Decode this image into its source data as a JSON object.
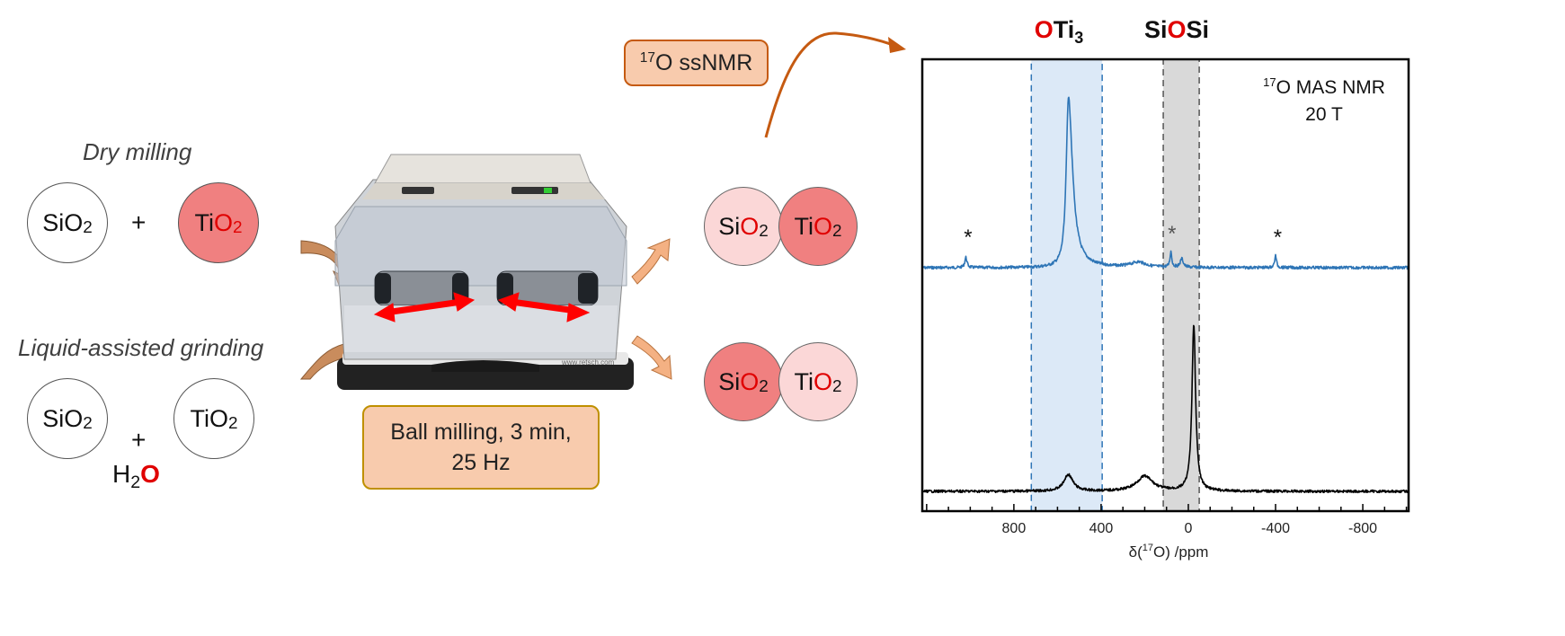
{
  "left": {
    "dry_heading": "Dry milling",
    "lag_heading": "Liquid-assisted grinding",
    "plus": "+",
    "sio2": {
      "a": "Si",
      "b": "O",
      "sub": "2"
    },
    "tio2": {
      "a": "Ti",
      "b": "O",
      "sub": "2"
    },
    "h2o": {
      "a": "H",
      "sub": "2",
      "b": "O"
    }
  },
  "mill": {
    "caption_line1": "Ball milling, 3 min,",
    "caption_line2": "25 Hz",
    "brand": "www.retsch.com"
  },
  "products": {
    "sio2": {
      "a": "Si",
      "b": "O",
      "sub": "2"
    },
    "tio2": {
      "a": "Ti",
      "b": "O",
      "sub": "2"
    }
  },
  "nmr_label": {
    "sup": "17",
    "text": "O ssNMR"
  },
  "spectrum": {
    "region_labels": {
      "oti3": {
        "o": "O",
        "ti": "Ti",
        "sub": "3"
      },
      "siosi": {
        "si1": "Si",
        "o": "O",
        "si2": "Si"
      }
    },
    "annotation": {
      "sup": "17",
      "line1": "O MAS NMR",
      "line2": "20 T"
    },
    "xlabel": {
      "pre": "δ(",
      "sup": "17",
      "post": "O) /ppm"
    },
    "ticks": [
      "800",
      "400",
      "0",
      "-400",
      "-800"
    ],
    "spinning_sideband_mark": "*",
    "colors": {
      "top_trace": "#2e75b6",
      "bottom_trace": "#000000",
      "oti3_region": "#dce9f7",
      "siosi_region": "#d9d9d9",
      "oti3_text": "#e00000"
    }
  },
  "chart_data": {
    "type": "line",
    "title": "",
    "xlabel": "δ(17O) /ppm",
    "ylabel": "",
    "xlim": [
      1220,
      -1010
    ],
    "x_reversed": true,
    "x_ticks": [
      800,
      400,
      0,
      -400,
      -800
    ],
    "regions": [
      {
        "label": "OTi3",
        "from": 720,
        "to": 395
      },
      {
        "label": "SiOSi",
        "from": 115,
        "to": -50
      }
    ],
    "series": [
      {
        "trace": "top",
        "peaks": [
          {
            "x": 550,
            "height": 1.0,
            "width": 12,
            "tail": true
          },
          {
            "x": 1020,
            "height": 0.06,
            "width": 6
          },
          {
            "x": 80,
            "height": 0.09,
            "width": 5
          },
          {
            "x": 30,
            "height": 0.05,
            "width": 8
          },
          {
            "x": -400,
            "height": 0.07,
            "width": 5
          },
          {
            "x": 230,
            "height": 0.03,
            "width": 40
          }
        ],
        "sideband_marks": [
          1010,
          75,
          -410
        ]
      },
      {
        "trace": "bottom",
        "peaks": [
          {
            "x": -25,
            "height": 1.0,
            "width": 10
          },
          {
            "x": 550,
            "height": 0.1,
            "width": 25
          },
          {
            "x": 200,
            "height": 0.09,
            "width": 45
          }
        ]
      }
    ]
  }
}
